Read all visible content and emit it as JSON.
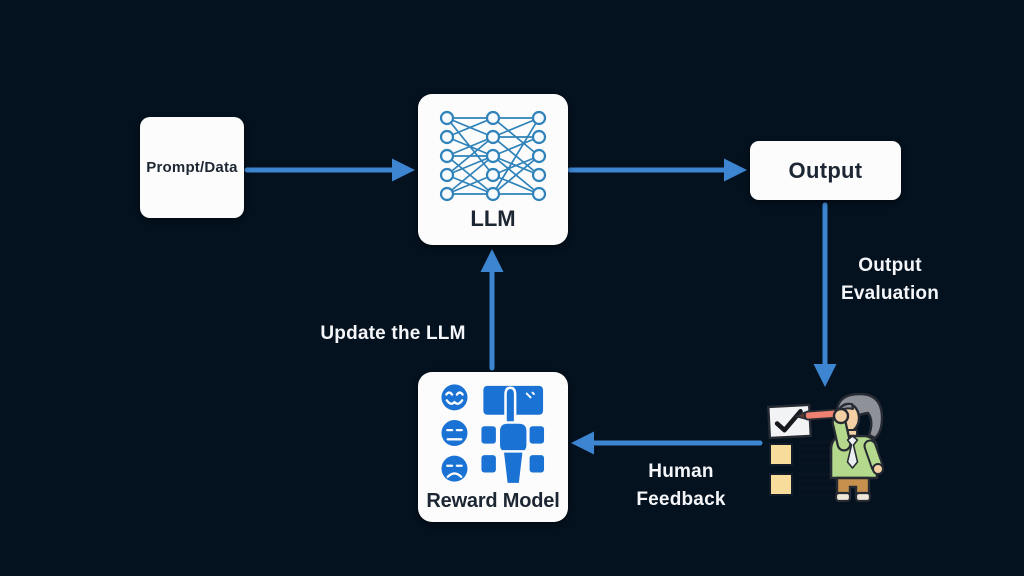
{
  "colors": {
    "background": "#04111e",
    "arrow": "#3d85d1",
    "box_bg": "#fcfcfc",
    "box_text": "#1d2733",
    "flow_label_text": "#f4f6f9",
    "icon_blue": "#1a72d4",
    "network_blue": "#2f83ba"
  },
  "nodes": {
    "prompt": {
      "label": "Prompt/Data"
    },
    "llm": {
      "label": "LLM",
      "icon": "neural-network-icon"
    },
    "output": {
      "label": "Output"
    },
    "reward_model": {
      "label": "Reward Model",
      "icon": "feedback-faces-hand-icon"
    },
    "human_evaluator": {
      "icon": "person-checklist-icon"
    }
  },
  "edge_labels": {
    "output_evaluation": {
      "line1": "Output",
      "line2": "Evaluation"
    },
    "update_the_llm": "Update the LLM",
    "human_feedback": {
      "line1": "Human",
      "line2": "Feedback"
    }
  },
  "edges": [
    {
      "name": "prompt-to-llm",
      "direction": "right"
    },
    {
      "name": "llm-to-output",
      "direction": "right"
    },
    {
      "name": "output-to-human",
      "direction": "down",
      "label": "Output Evaluation"
    },
    {
      "name": "human-to-reward-model",
      "direction": "left",
      "label": "Human Feedback"
    },
    {
      "name": "reward-model-to-llm",
      "direction": "up",
      "label": "Update the LLM"
    }
  ]
}
